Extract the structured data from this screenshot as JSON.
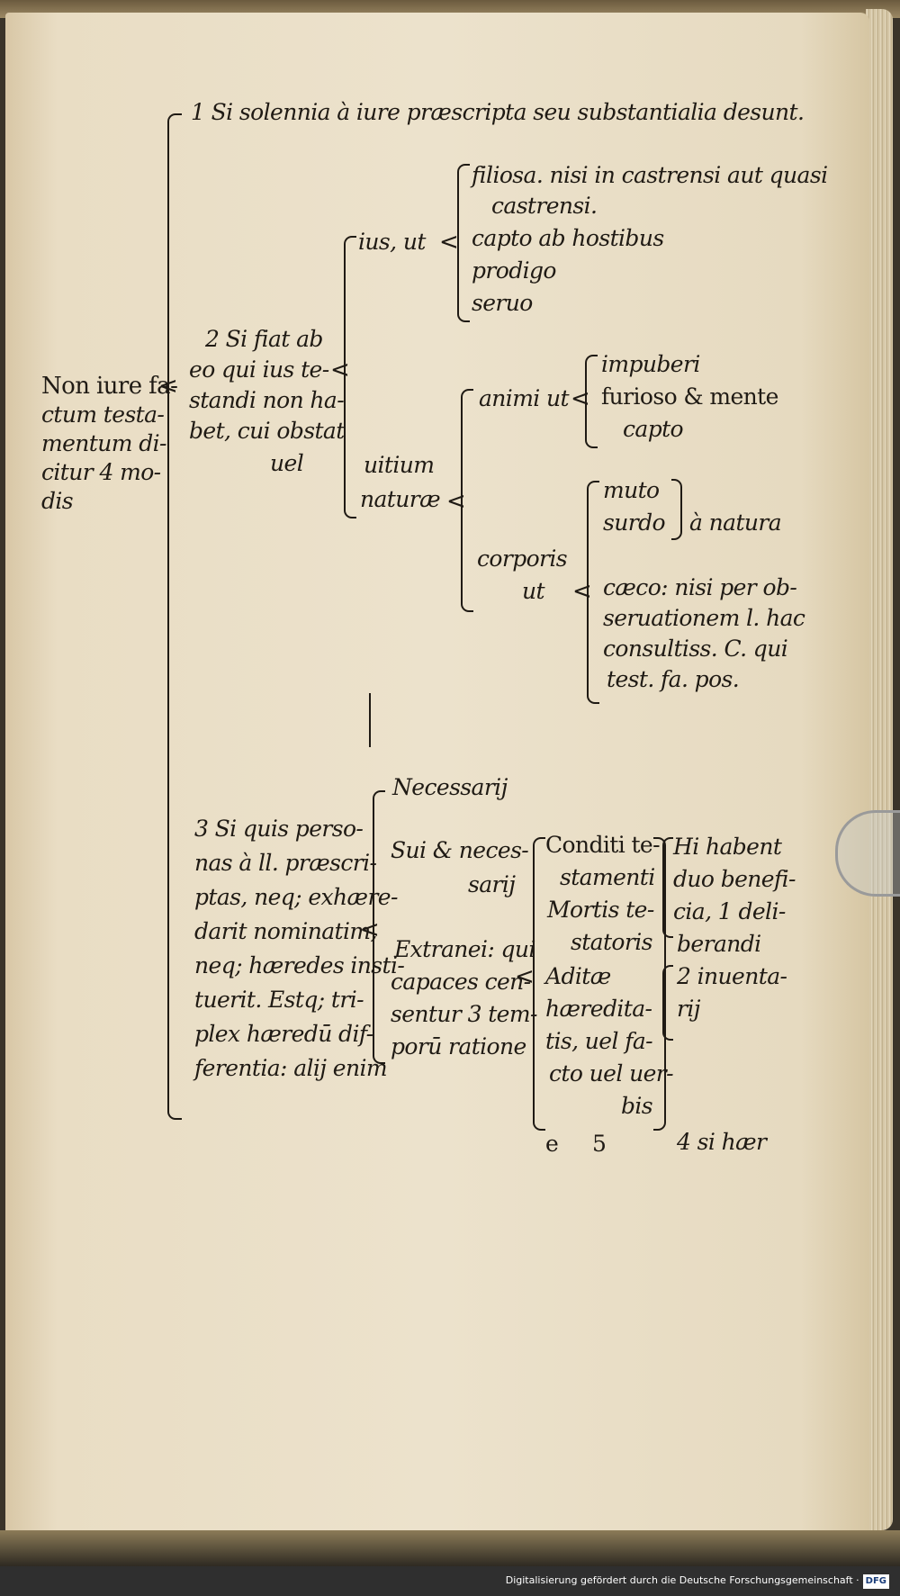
{
  "root": [
    "Non iure fa-",
    "ctum testa-",
    "mentum di-",
    "citur 4 mo-",
    "dis"
  ],
  "item1": "1 Si solennia à iure præscripta seu substantialia desunt.",
  "item2": {
    "text": [
      "2 Si fiat ab",
      "eo qui ius te-",
      "standi non ha-",
      "bet, cui obstat",
      "uel"
    ],
    "ius": {
      "label": "ius, ut",
      "items": [
        "filiosa. nisi in castrensi aut quasi",
        "castrensi.",
        "capto ab hostibus",
        "prodigo",
        "seruo"
      ]
    },
    "uitium": {
      "label": [
        "uitium",
        "naturæ"
      ],
      "animi": {
        "label": "animi ut",
        "items": [
          "impuberi",
          "furioso & mente",
          "capto"
        ]
      },
      "corporis": {
        "label": [
          "corporis",
          "ut"
        ],
        "items": [
          "muto",
          "surdo",
          "à natura"
        ],
        "caeco": [
          "cæco: nisi per ob-",
          "seruationem l. hac",
          "consultiss. C. qui",
          "test. fa. pos."
        ]
      }
    }
  },
  "item3": {
    "text": [
      "3 Si quis perso-",
      "nas à ll. præscri-",
      "ptas, neq; exhære-",
      "darit nominatim,",
      "neq; hæredes insti-",
      "tuerit. Estq; tri-",
      "plex hæredū dif-",
      "ferentia: alij enim"
    ],
    "necessarij": "Necessarij",
    "sui": [
      "Sui & neces-",
      "sarij"
    ],
    "extranei": [
      "Extranei: qui",
      "capaces cen-",
      "sentur 3 tem-",
      "porū ratione"
    ],
    "tempora": [
      "Conditi te-",
      "stamenti",
      "Mortis te-",
      "statoris",
      "Aditæ",
      "hæredita-",
      "tis, uel fa-",
      "cto uel uer-",
      "bis"
    ],
    "beneficia": [
      "Hi habent",
      "duo benefi-",
      "cia, 1 deli-",
      "berandi",
      "2 inuenta-",
      "rij"
    ]
  },
  "signature": [
    "e",
    "5"
  ],
  "catchword": "4 si hær",
  "credit": {
    "text": "Digitalisierung gefördert durch die Deutsche Forschungsgemeinschaft ·",
    "logo": "DFG"
  }
}
